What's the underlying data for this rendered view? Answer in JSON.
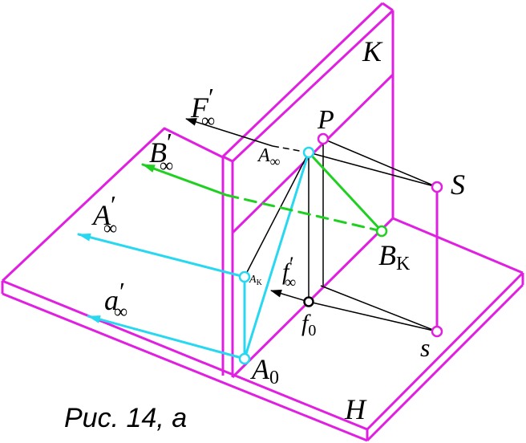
{
  "figure": {
    "caption": "Рис. 14, а",
    "labels": {
      "plane_k": "K",
      "plane_h": "H",
      "point_p": "P",
      "point_s_upper": "S",
      "point_s_lower": "s",
      "f_inf_prime": "F",
      "f_inf_prime_sub": "∞",
      "f_inf_prime_mark": "′",
      "b_inf_prime": "B",
      "b_inf_prime_sub": "∞",
      "b_inf_prime_mark": "′",
      "a_inf": "A",
      "a_inf_sub": "∞",
      "a_inf_prime": "A",
      "a_inf_prime_sub": "∞",
      "a_inf_prime_mark": "′",
      "a_k": "A",
      "a_k_sub": "K",
      "f_small_inf_prime": "f",
      "f_small_inf_prime_sub": "∞",
      "f_small_inf_prime_mark": "′",
      "b_k": "B",
      "b_k_sub": "K",
      "a_small_inf_prime": "a",
      "a_small_inf_prime_sub": "∞",
      "a_small_inf_prime_mark": "′",
      "f_zero": "f",
      "f_zero_sub": "0",
      "a_zero": "A",
      "a_zero_sub": "0"
    },
    "colors": {
      "plane": "#e020e0",
      "cyan": "#28d8f0",
      "green": "#20d020",
      "black": "#000000"
    }
  }
}
